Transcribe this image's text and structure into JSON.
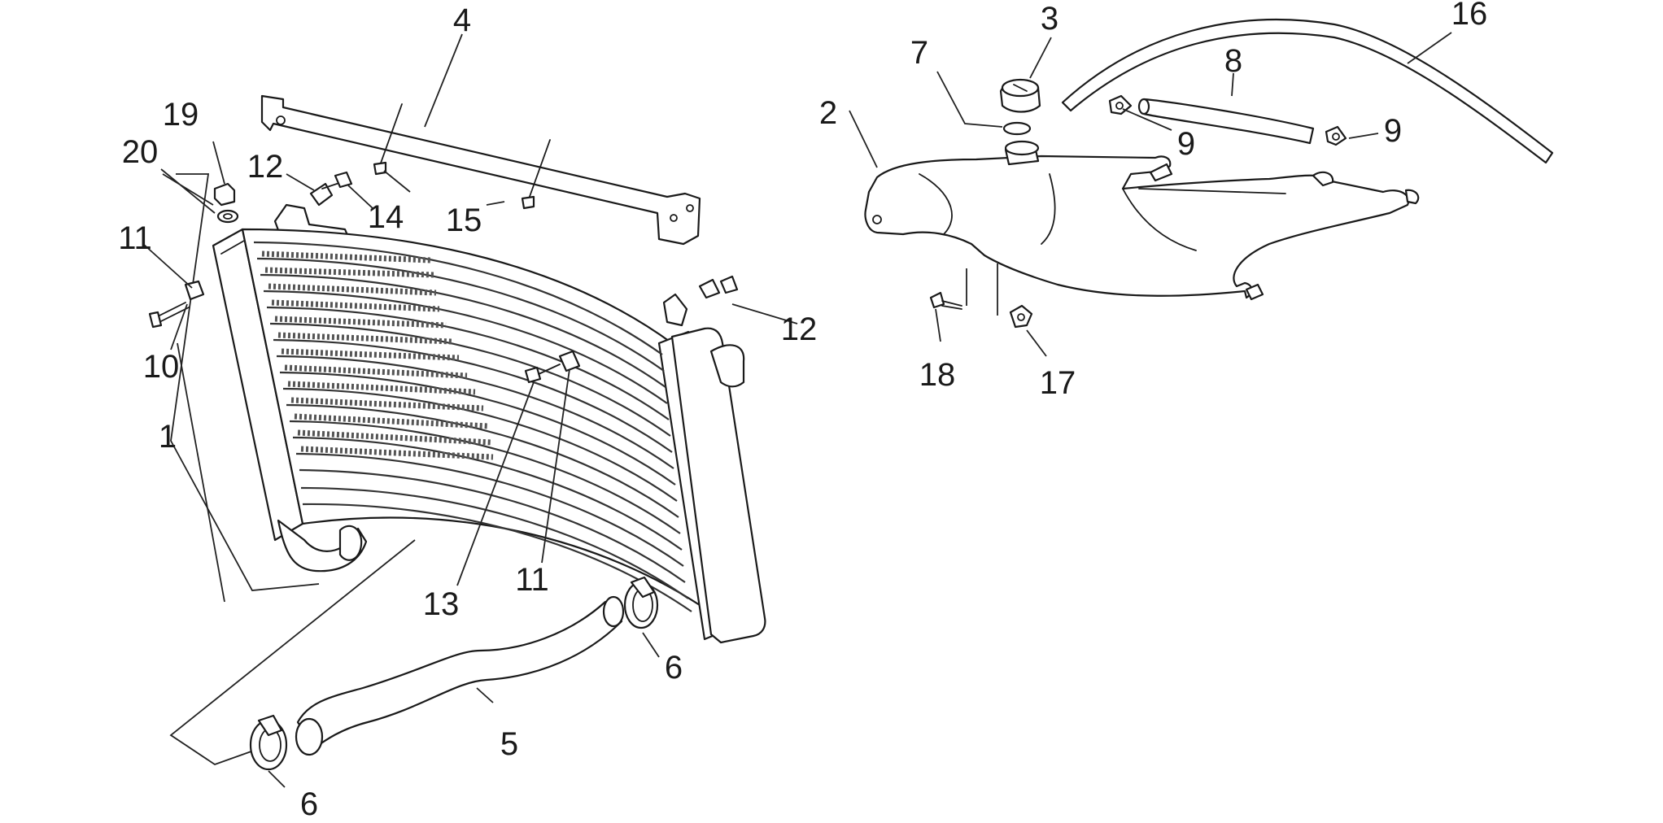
{
  "callouts": {
    "c1": "1",
    "c2": "2",
    "c3": "3",
    "c4": "4",
    "c5": "5",
    "c6a": "6",
    "c6b": "6",
    "c7": "7",
    "c8": "8",
    "c9a": "9",
    "c9b": "9",
    "c10": "10",
    "c11a": "11",
    "c11b": "11",
    "c12a": "12",
    "c12b": "12",
    "c13": "13",
    "c14": "14",
    "c15": "15",
    "c16": "16",
    "c17": "17",
    "c18": "18",
    "c19": "19",
    "c20": "20"
  }
}
